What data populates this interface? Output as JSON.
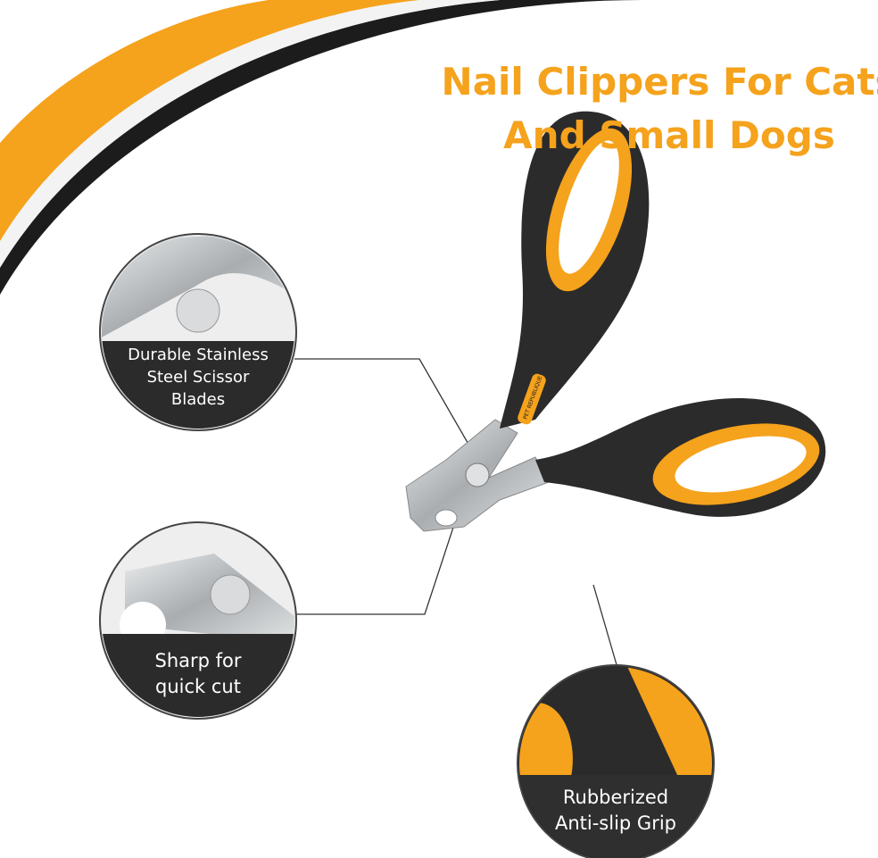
{
  "title": {
    "line1": "Nail Clippers For Cats",
    "line2": "And Small Dogs"
  },
  "callouts": [
    {
      "line1": "Durable Stainless",
      "line2": "Steel Scissor",
      "line3": "Blades"
    },
    {
      "line1": "Sharp for",
      "line2": "quick cut"
    },
    {
      "line1": "Rubberized",
      "line2": "Anti-slip Grip"
    }
  ],
  "logo": "PET REPUBLIQUE",
  "colors": {
    "accent": "#f5a21c",
    "dark": "#2b2b2b",
    "steel": "#c9cbcd"
  }
}
